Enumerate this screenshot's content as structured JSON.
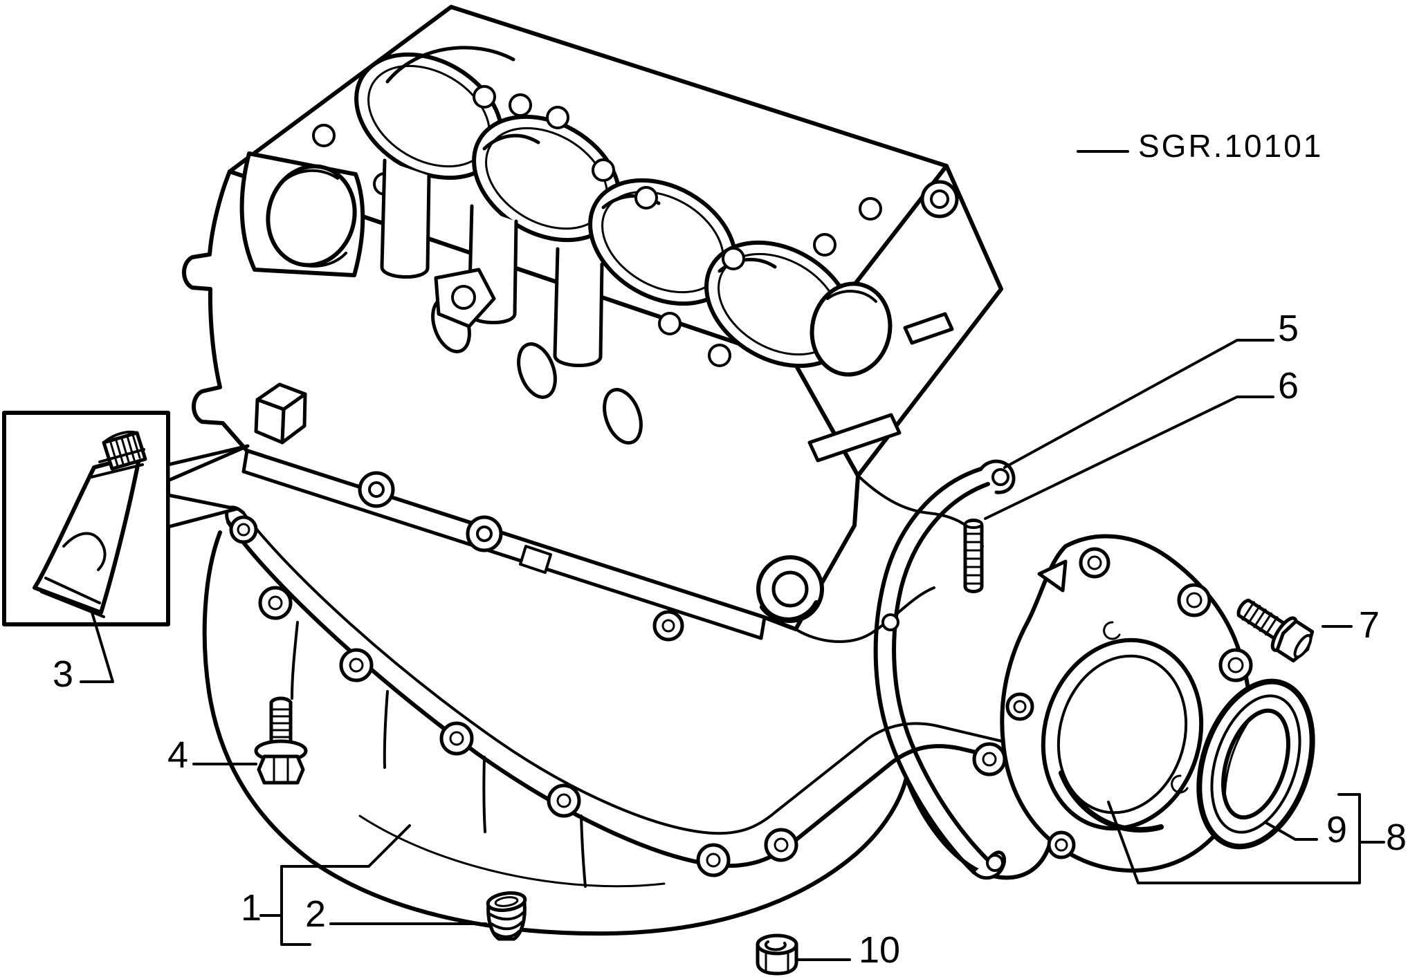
{
  "diagram": {
    "reference": "SGR.10101",
    "background_color": "#ffffff",
    "line_color": "#000000",
    "callouts": [
      {
        "number": "1"
      },
      {
        "number": "2"
      },
      {
        "number": "3"
      },
      {
        "number": "4"
      },
      {
        "number": "5"
      },
      {
        "number": "6"
      },
      {
        "number": "7"
      },
      {
        "number": "8"
      },
      {
        "number": "9"
      },
      {
        "number": "10"
      }
    ]
  }
}
